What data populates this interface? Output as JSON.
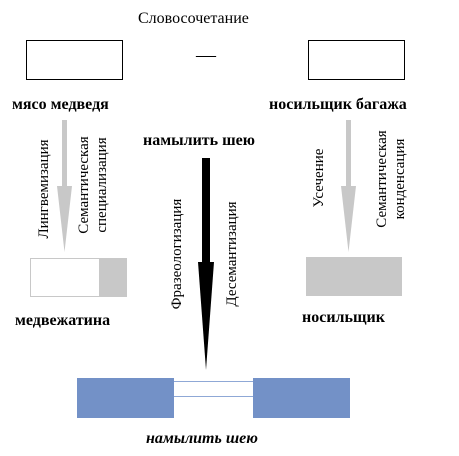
{
  "title": "Словосочетание",
  "dash": "—",
  "left": {
    "phrase": "мясо медведя",
    "process1": "Лингвемизация",
    "process2_line1": "Семантическая",
    "process2_line2": "специализация",
    "result": "медвежатина"
  },
  "center": {
    "phrase": "намылить шею",
    "process1": "Фразеологизация",
    "process2": "Десемантизация",
    "result": "намылить шею"
  },
  "right": {
    "phrase": "носильщик багажа",
    "process1": "Усечение",
    "process2_line1": "Семантическая",
    "process2_line2": "конденсация",
    "result": "носильщик"
  },
  "colors": {
    "gray": "#c8c8c8",
    "blue": "#7391c7",
    "outline": "#000000",
    "line": "#8fa8d6"
  }
}
